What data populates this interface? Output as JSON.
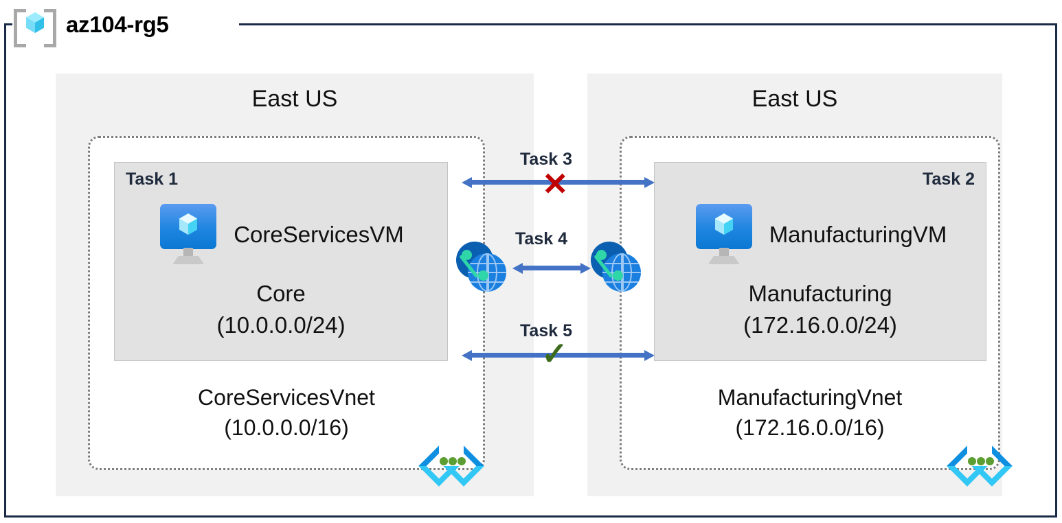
{
  "resource_group": {
    "name": "az104-rg5",
    "icon": "resource-group-cube-icon"
  },
  "regions": [
    {
      "id": "left",
      "title": "East US"
    },
    {
      "id": "right",
      "title": "East US"
    }
  ],
  "vnets": [
    {
      "id": "left",
      "name": "CoreServicesVnet",
      "cidr": "(10.0.0.0/16)",
      "icon": "vnet-icon",
      "subnet": {
        "task": "Task 1",
        "task_align": "left",
        "vm_name": "CoreServicesVM",
        "vm_icon": "virtual-machine-icon",
        "name": "Core",
        "cidr": "(10.0.0.0/24)"
      }
    },
    {
      "id": "right",
      "name": "ManufacturingVnet",
      "cidr": "(172.16.0.0/16)",
      "icon": "vnet-icon",
      "subnet": {
        "task": "Task 2",
        "task_align": "right",
        "vm_name": "ManufacturingVM",
        "vm_icon": "virtual-machine-icon",
        "name": "Manufacturing",
        "cidr": "(172.16.0.0/24)"
      }
    }
  ],
  "connections": [
    {
      "id": "task3",
      "label": "Task 3",
      "style": "double-arrow",
      "marker": "✕",
      "marker_kind": "blocked",
      "marker_color": "#c00000"
    },
    {
      "id": "task4",
      "label": "Task 4",
      "style": "peering",
      "marker": "",
      "marker_kind": "peering",
      "marker_color": "#4472c4"
    },
    {
      "id": "task5",
      "label": "Task 5",
      "style": "double-arrow",
      "marker": "✓",
      "marker_kind": "allowed",
      "marker_color": "#3d6b1e"
    }
  ],
  "colors": {
    "frame": "#1b2a47",
    "region_panel": "#f1f1f1",
    "subnet_fill": "#e2e2e2",
    "vnet_border": "#7d7d7d",
    "arrow": "#4472c4",
    "azure_blue": "#0a78d4",
    "vnet_glyph_cyan": "#32c8f5",
    "vnet_glyph_blue": "#0f8fe0",
    "vnet_glyph_dot": "#5c9e31"
  }
}
